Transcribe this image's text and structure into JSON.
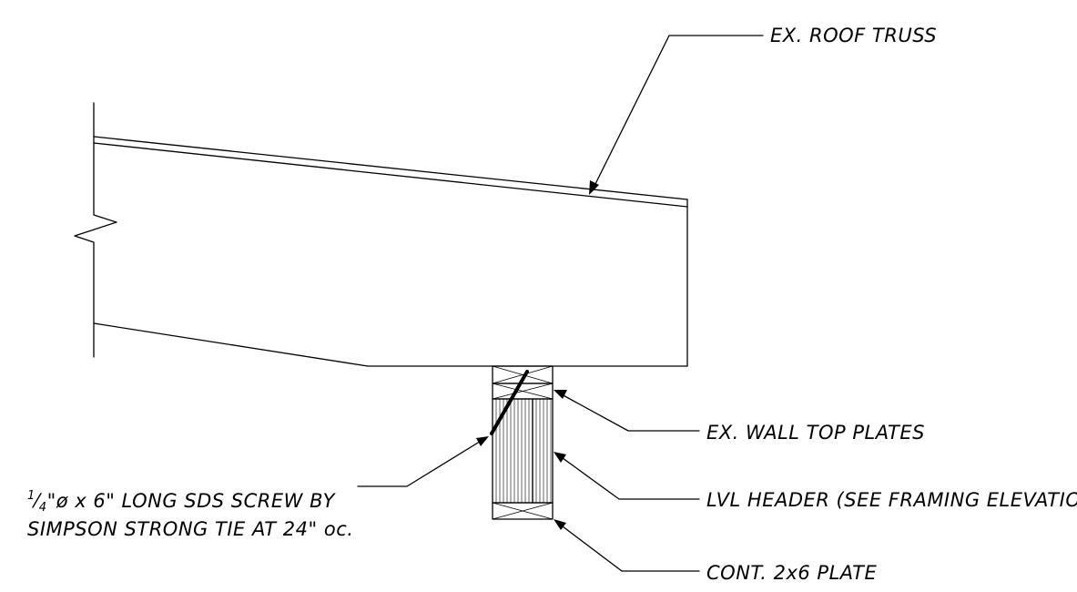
{
  "labels": {
    "roof_truss": "EX. ROOF TRUSS",
    "wall_top_plates": "EX. WALL TOP PLATES",
    "lvl_header": "LVL HEADER (SEE FRAMING ELEVATION)",
    "cont_plate": "CONT. 2x6 PLATE",
    "screw_fraction_num": "1",
    "screw_fraction_den": "4",
    "screw_line1_rest": "\"ø x 6\" LONG SDS SCREW BY",
    "screw_line2": "SIMPSON STRONG TIE AT 24\" oc."
  },
  "colors": {
    "line": "#000000",
    "background": "#ffffff"
  }
}
